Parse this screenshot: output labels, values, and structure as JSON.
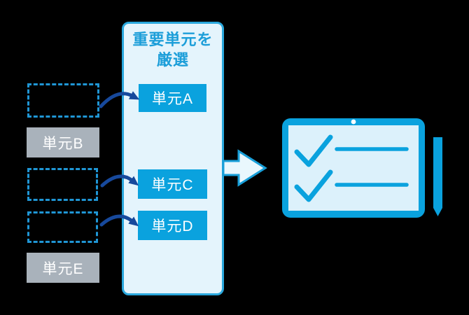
{
  "colors": {
    "background": "#000000",
    "accent_blue": "#0aa2de",
    "panel_bg": "#e4f4fc",
    "panel_border": "#2aa8dd",
    "title_text": "#1c9ed9",
    "dashed_border": "#1f96d5",
    "gray_box": "#a9b2bb",
    "box_text": "#ffffff",
    "curved_arrow": "#17499c",
    "big_arrow_fill": "#e9f7fd",
    "big_arrow_stroke": "#189fd9",
    "tablet_screen": "#dcf1fb"
  },
  "panel": {
    "title_line1": "重要単元を",
    "title_line2": "厳選",
    "units": [
      {
        "label": "単元A"
      },
      {
        "label": "単元C"
      },
      {
        "label": "単元D"
      }
    ]
  },
  "left_column": {
    "slots": [
      {
        "type": "dashed-empty",
        "label": ""
      },
      {
        "type": "gray",
        "label": "単元B"
      },
      {
        "type": "dashed-empty",
        "label": ""
      },
      {
        "type": "dashed-empty",
        "label": ""
      },
      {
        "type": "gray",
        "label": "単元E"
      }
    ]
  },
  "icons": {
    "curved_arrow": "curved-arrow-icon",
    "big_arrow": "right-arrow-icon",
    "tablet": "tablet-checklist-icon",
    "checkmark": "checkmark-icon",
    "list_line": "list-line-icon",
    "camera_dot": "camera-dot-icon",
    "stylus": "stylus-icon"
  }
}
